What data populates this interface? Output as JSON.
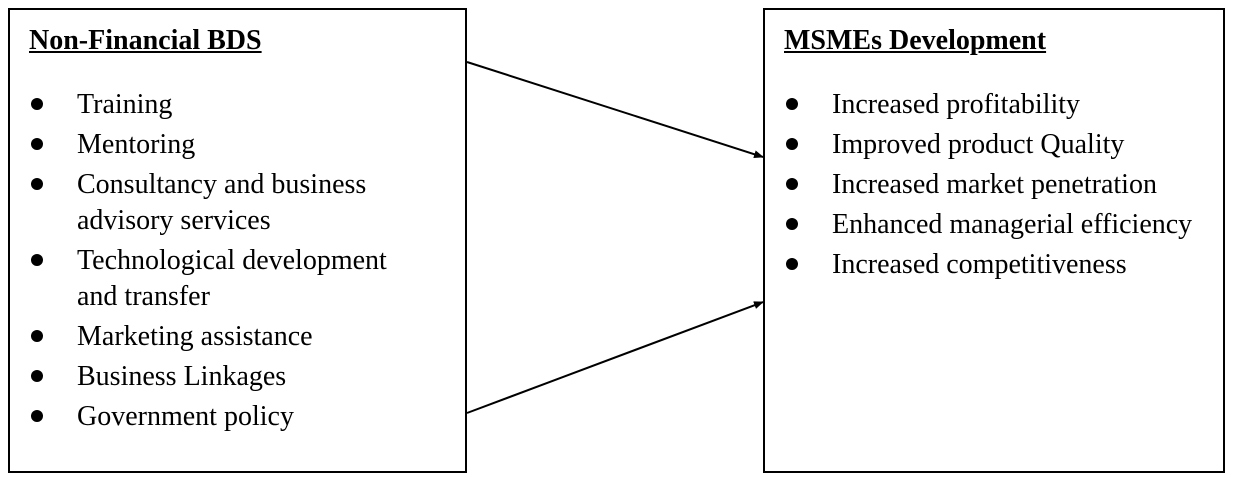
{
  "left_box": {
    "title": "Non-Financial BDS",
    "items": [
      "Training",
      "Mentoring",
      "Consultancy and business advisory services",
      "Technological development and transfer",
      "Marketing assistance",
      "Business Linkages",
      "Government policy"
    ]
  },
  "right_box": {
    "title": "MSMEs Development",
    "items": [
      "Increased profitability",
      "Improved product Quality",
      "Increased market penetration",
      "Enhanced managerial efficiency",
      "Increased competitiveness"
    ]
  },
  "connectors": [
    {
      "from": "left_box",
      "to": "right_box",
      "shape": "arrow"
    },
    {
      "from": "left_box",
      "to": "right_box",
      "shape": "arrow"
    }
  ],
  "colors": {
    "stroke": "#000000",
    "background": "#ffffff"
  }
}
